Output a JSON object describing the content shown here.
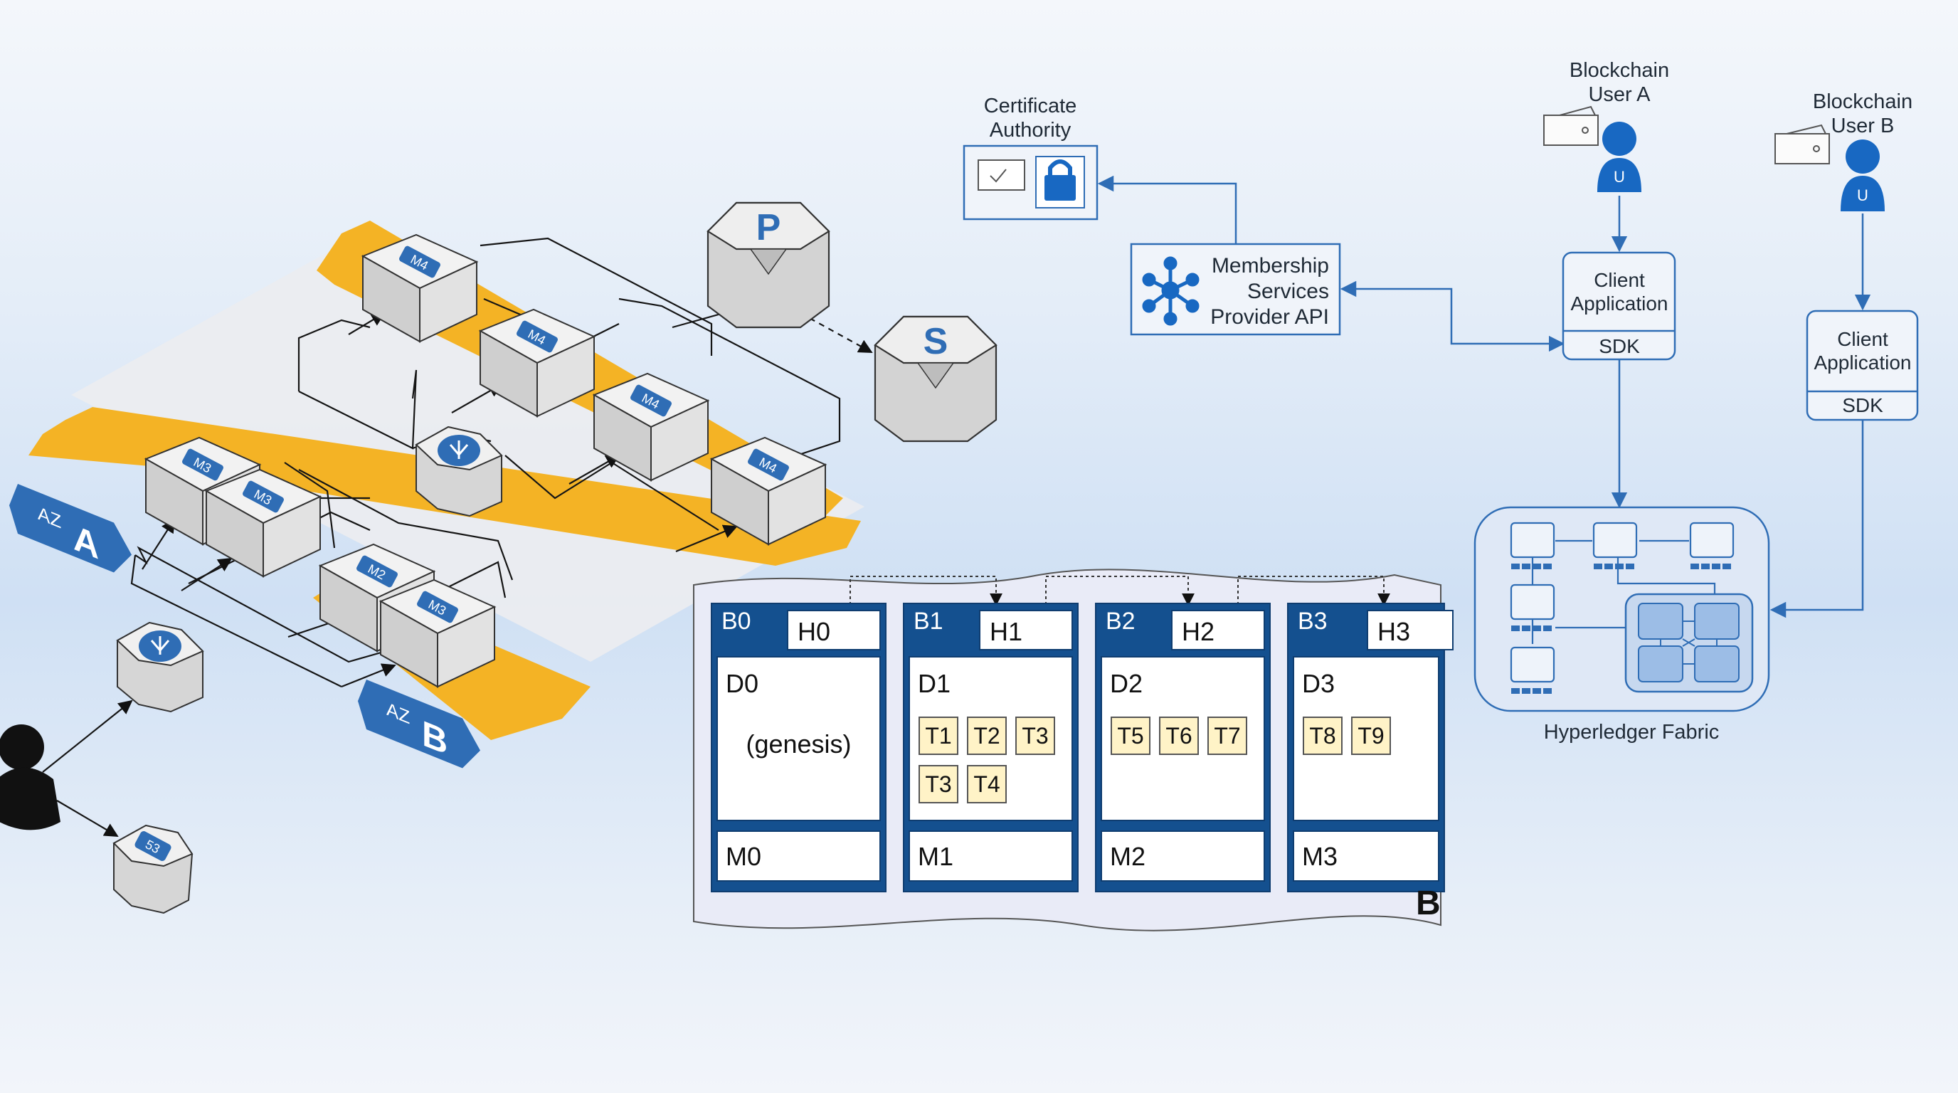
{
  "colors": {
    "accent_blue": "#2f6db5",
    "dark_blue": "#14508f",
    "orange": "#f4b325",
    "cream": "#fff3c7",
    "cube_gray": "#d9d9d9",
    "line": "#1a1a1a"
  },
  "zones": {
    "az_a": {
      "prefix": "AZ",
      "letter": "A"
    },
    "az_b": {
      "prefix": "AZ",
      "letter": "B"
    }
  },
  "cubes": {
    "m4": "M4",
    "m3": "M3",
    "m2": "M2",
    "p": "P",
    "s": "S",
    "r53": "53"
  },
  "icons": {
    "user": "person-silhouette-icon",
    "router": "network-router-icon",
    "wallet": "wallet-icon",
    "lock": "lock-icon",
    "hub": "network-hub-icon",
    "user_badge": "U"
  },
  "chain": {
    "corner_label": "B",
    "blocks": [
      {
        "id": "B0",
        "header": "H0",
        "data": "D0",
        "note": "(genesis)",
        "tx": [],
        "meta": "M0"
      },
      {
        "id": "B1",
        "header": "H1",
        "data": "D1",
        "note": "",
        "tx": [
          "T1",
          "T2",
          "T3",
          "T3",
          "T4"
        ],
        "meta": "M1"
      },
      {
        "id": "B2",
        "header": "H2",
        "data": "D2",
        "note": "",
        "tx": [
          "T5",
          "T6",
          "T7"
        ],
        "meta": "M2"
      },
      {
        "id": "B3",
        "header": "H3",
        "data": "D3",
        "note": "",
        "tx": [
          "T8",
          "T9"
        ],
        "meta": "M3"
      }
    ]
  },
  "fabric": {
    "ca": {
      "line1": "Certificate",
      "line2": "Authority"
    },
    "msp": {
      "line1": "Membership",
      "line2": "Services",
      "line3": "Provider API"
    },
    "user_a": {
      "line1": "Blockchain",
      "line2": "User A"
    },
    "user_b": {
      "line1": "Blockchain",
      "line2": "User B"
    },
    "client_a": {
      "line1": "Client",
      "line2": "Application",
      "sdk": "SDK"
    },
    "client_b": {
      "line1": "Client",
      "line2": "Application",
      "sdk": "SDK"
    },
    "network_label": "Hyperledger Fabric"
  }
}
